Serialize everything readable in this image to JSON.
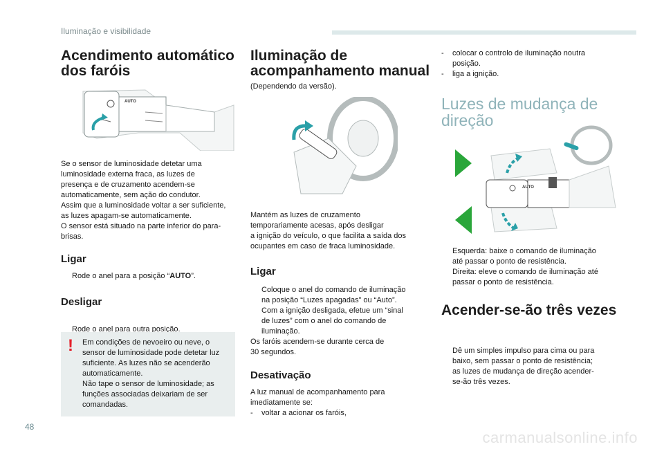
{
  "header": {
    "section": "Iluminação e visibilidade"
  },
  "page_number": "48",
  "watermark": "carmanualsonline.info",
  "col1": {
    "title_line1": "Acendimento automático",
    "title_line2": "dos faróis",
    "image_label": "AUTO",
    "para": [
      "Se o sensor de luminosidade detetar uma",
      "luminosidade externa fraca, as luzes de",
      "presença e de cruzamento acendem-se",
      "automaticamente, sem ação do condutor.",
      "Assim que a luminosidade voltar a ser suficiente,",
      "as luzes apagam-se automaticamente.",
      "O sensor está situado na parte inferior do para-",
      "brisas."
    ],
    "ligar_title": "Ligar",
    "ligar_item_pre": "Rode o anel para a posição “",
    "ligar_item_bold": "AUTO",
    "ligar_item_post": "”.",
    "desligar_title": "Desligar",
    "desligar_item": "Rode o anel para outra posição.",
    "warning_mark": "!",
    "warning": [
      "Em condições de nevoeiro ou neve, o",
      "sensor de luminosidade pode detetar luz",
      "suficiente. As luzes não se acenderão",
      "automaticamente.",
      "Não tape o sensor de luminosidade; as",
      "funções associadas deixariam de ser",
      "comandadas."
    ]
  },
  "col2": {
    "title_line1": "Iluminação de",
    "title_line2": "acompanhamento manual",
    "subtitle": "(Dependendo da versão).",
    "para": [
      "Mantém as luzes de cruzamento",
      "temporariamente acesas, após desligar",
      "a ignição do veículo, o que facilita a saída dos",
      "ocupantes em caso de fraca luminosidade."
    ],
    "ligar_title": "Ligar",
    "ligar_items": [
      [
        "Coloque o anel do comando de iluminação",
        "na posição “Luzes apagadas” ou “Auto”."
      ],
      [
        "Com a ignição desligada, efetue um “sinal",
        "de luzes” com o anel do comando de",
        "iluminação."
      ]
    ],
    "ligar_after": [
      "Os faróis acendem-se durante cerca de",
      "30 segundos."
    ],
    "desat_title": "Desativação",
    "desat_para": [
      "A luz manual de acompanhamento para",
      "imediatamente se:"
    ],
    "desat_item": "voltar a acionar os faróis,"
  },
  "col3": {
    "dash_items": [
      [
        "colocar o controlo de iluminação noutra",
        "posição."
      ],
      [
        "liga a ignição."
      ]
    ],
    "title_line1": "Luzes de mudança de",
    "title_line2": "direção",
    "image_label": "AUTO",
    "items": [
      [
        "Esquerda: baixe o comando de iluminação",
        "até passar o ponto de resistência."
      ],
      [
        "Direita: eleve o comando de iluminação até",
        "passar o ponto de resistência."
      ]
    ],
    "tres_title": "Acender-se-ão três vezes",
    "tres_item": [
      "Dê um simples impulso para cima ou para",
      "baixo, sem passar o ponto de resistência;",
      "as luzes de mudança de direção acender-",
      "se-ão três vezes."
    ]
  },
  "bullet_symbol": "",
  "dash_symbol": "-",
  "colors": {
    "accent_green": "#2aa63a",
    "arrow_teal": "#3a9aa0",
    "heading_light": "#8fb3b9",
    "warning_red": "#e4202a"
  }
}
